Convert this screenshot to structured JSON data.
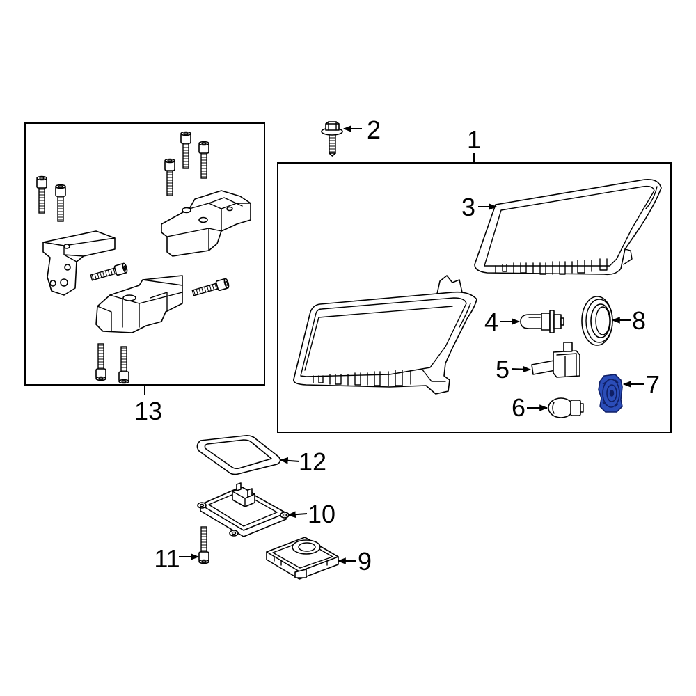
{
  "diagram": {
    "callouts": {
      "part_1": "1",
      "part_2": "2",
      "part_3": "3",
      "part_4": "4",
      "part_5": "5",
      "part_6": "6",
      "part_7": "7",
      "part_8": "8",
      "part_9": "9",
      "part_10": "10",
      "part_11": "11",
      "part_12": "12",
      "part_13": "13"
    }
  },
  "colors": {
    "line": "#000000",
    "background": "#ffffff",
    "highlight_fill": "#2b4db8",
    "highlight_stroke": "#0f1f66"
  }
}
